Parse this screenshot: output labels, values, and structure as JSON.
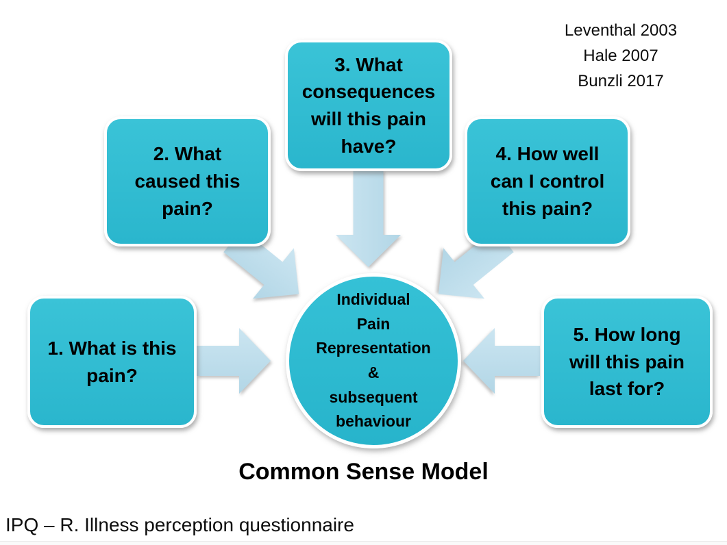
{
  "citations": [
    "Leventhal 2003",
    "Hale 2007",
    "Bunzli 2017"
  ],
  "boxes": [
    {
      "number": 1,
      "label": "1. What is this\npain?"
    },
    {
      "number": 2,
      "label": "2. What\ncaused this\npain?"
    },
    {
      "number": 3,
      "label": "3. What\nconsequences\nwill this pain\nhave?"
    },
    {
      "number": 4,
      "label": "4. How well\ncan I control\nthis pain?"
    },
    {
      "number": 5,
      "label": "5. How long\nwill this pain\nlast for?"
    }
  ],
  "center": {
    "label": "Individual\nPain\nRepresentation\n&\nsubsequent\nbehaviour"
  },
  "title": "Common Sense Model",
  "footnote": "IPQ – R. Illness perception questionnaire",
  "colors": {
    "box_fill": "#2ebccf",
    "arrow_fill": "#bfdded",
    "text": "#000000",
    "background": "#ffffff"
  }
}
